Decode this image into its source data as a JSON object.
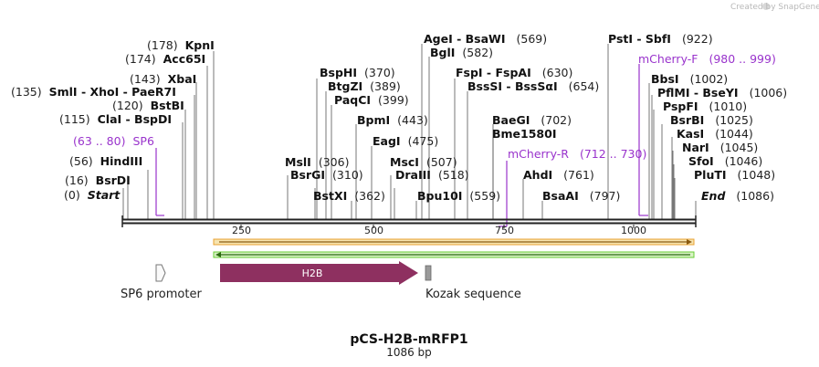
{
  "credit": "Created by SnapGene",
  "map_title": "pCS-H2B-mRFP1",
  "map_subtitle": "1086 bp",
  "ruler_ticks": [
    "250",
    "500",
    "750",
    "1000"
  ],
  "features": {
    "sp6_promoter": "SP6 promoter",
    "h2b": "H2B",
    "kozak": "Kozak sequence"
  },
  "primers": [
    {
      "name": "SP6",
      "range": "(63 .. 80)"
    },
    {
      "name": "mCherry-R",
      "range": "(712 .. 730)"
    },
    {
      "name": "mCherry-F",
      "range": "(980 .. 999)"
    }
  ],
  "sites": [
    {
      "enzyme": "KpnI",
      "pos": "(178)"
    },
    {
      "enzyme": "Acc65I",
      "pos": "(174)"
    },
    {
      "enzyme": "XbaI",
      "pos": "(143)"
    },
    {
      "enzyme": "SmlI  -  XhoI  -  PaeR7I",
      "pos": "(135)"
    },
    {
      "enzyme": "BstBI",
      "pos": "(120)"
    },
    {
      "enzyme": "ClaI  -  BspDI",
      "pos": "(115)"
    },
    {
      "enzyme": "HindIII",
      "pos": "(56)"
    },
    {
      "enzyme": "BsrDI",
      "pos": "(16)"
    },
    {
      "enzyme": "Start",
      "pos": "(0)"
    },
    {
      "enzyme": "BspHI",
      "pos": "(370)"
    },
    {
      "enzyme": "BtgZI",
      "pos": "(389)"
    },
    {
      "enzyme": "PaqCI",
      "pos": "(399)"
    },
    {
      "enzyme": "BpmI",
      "pos": "(443)"
    },
    {
      "enzyme": "EagI",
      "pos": "(475)"
    },
    {
      "enzyme": "MslI",
      "pos": "(306)"
    },
    {
      "enzyme": "BsrGI",
      "pos": "(310)"
    },
    {
      "enzyme": "BstXI",
      "pos": "(362)"
    },
    {
      "enzyme": "MscI",
      "pos": "(507)"
    },
    {
      "enzyme": "DraIII",
      "pos": "(518)"
    },
    {
      "enzyme": "Bpu10I",
      "pos": "(559)"
    },
    {
      "enzyme": "AgeI  -  BsaWI",
      "pos": "(569)"
    },
    {
      "enzyme": "BglI",
      "pos": "(582)"
    },
    {
      "enzyme": "FspI  -  FspAI",
      "pos": "(630)"
    },
    {
      "enzyme": "BssSI  -  BssSαI",
      "pos": "(654)"
    },
    {
      "enzyme": "BaeGI",
      "pos": "(702)"
    },
    {
      "enzyme": "Bme1580I",
      "pos": ""
    },
    {
      "enzyme": "AhdI",
      "pos": "(761)"
    },
    {
      "enzyme": "BsaAI",
      "pos": "(797)"
    },
    {
      "enzyme": "PstI  -  SbfI",
      "pos": "(922)"
    },
    {
      "enzyme": "BbsI",
      "pos": "(1002)"
    },
    {
      "enzyme": "PflMI  -  BseYI",
      "pos": "(1006)"
    },
    {
      "enzyme": "PspFI",
      "pos": "(1010)"
    },
    {
      "enzyme": "BsrBI",
      "pos": "(1025)"
    },
    {
      "enzyme": "KasI",
      "pos": "(1044)"
    },
    {
      "enzyme": "NarI",
      "pos": "(1045)"
    },
    {
      "enzyme": "SfoI",
      "pos": "(1046)"
    },
    {
      "enzyme": "PluTI",
      "pos": "(1048)"
    },
    {
      "enzyme": "End",
      "pos": "(1086)"
    }
  ],
  "colors": {
    "h2b_arrow": "#8e3060",
    "orange_strand": "#e8a030",
    "green_strand": "#66cc33",
    "primer": "#9933cc",
    "backbone": "#222222"
  }
}
